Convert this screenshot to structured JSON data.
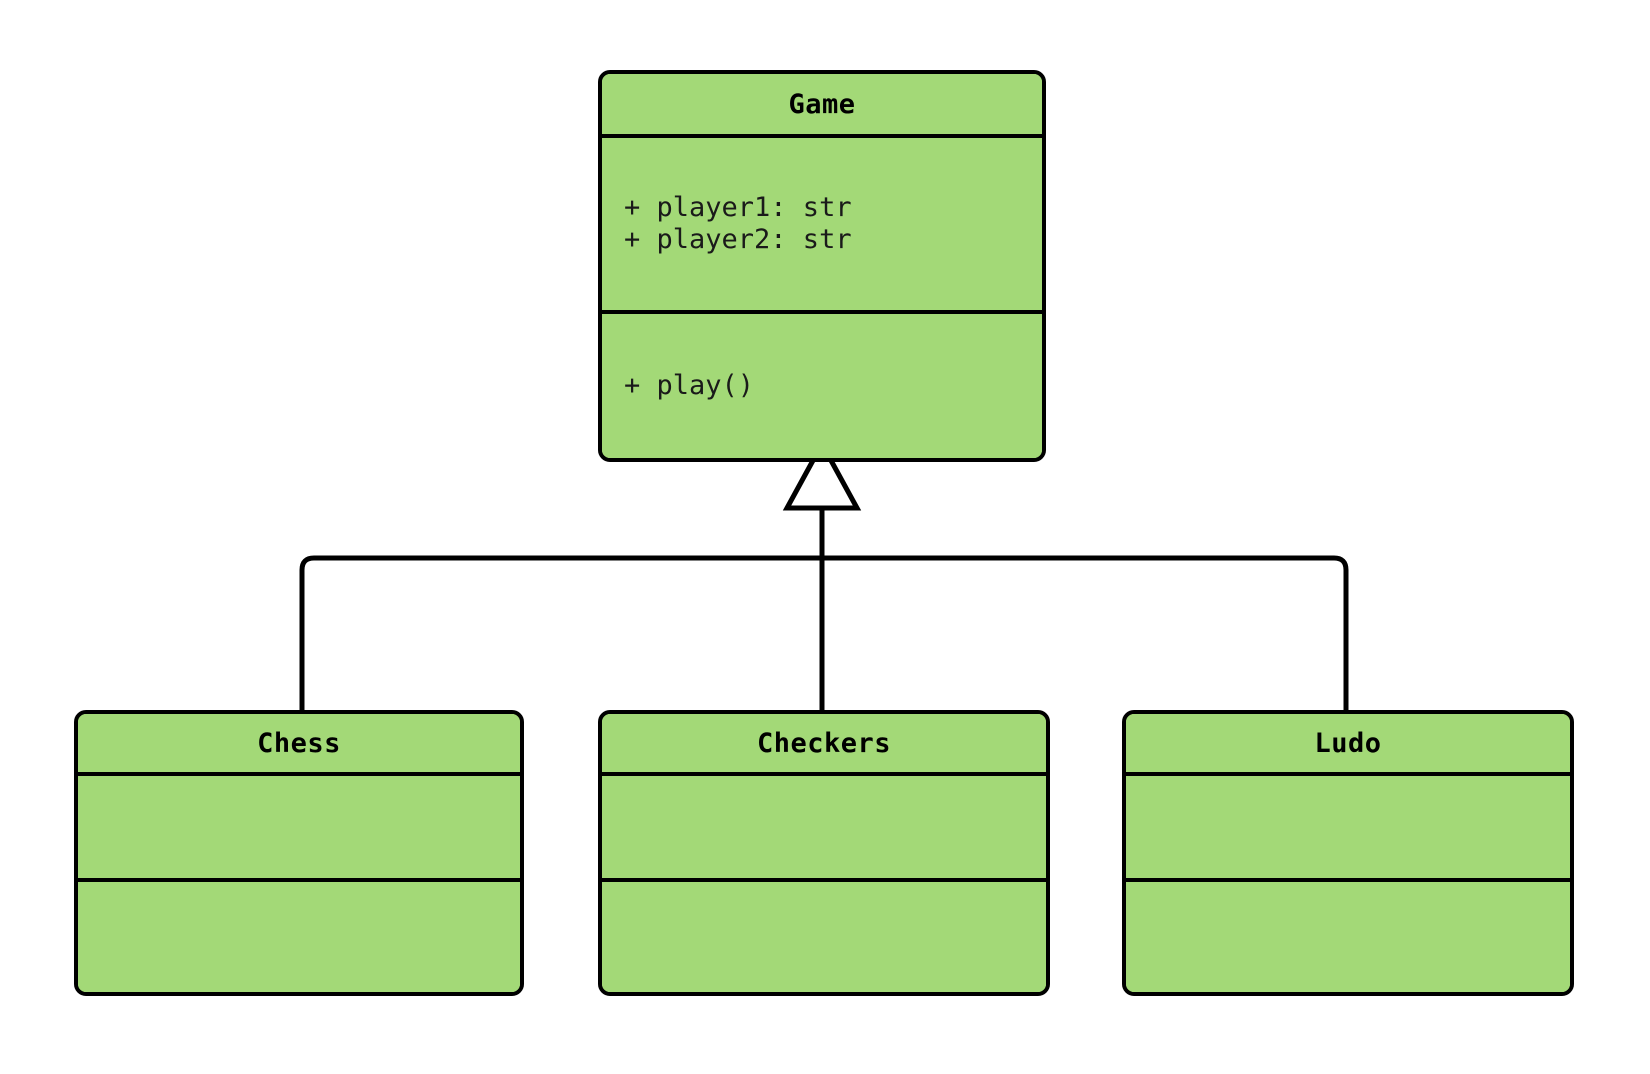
{
  "diagram": {
    "type": "uml-class-diagram",
    "title": "Game class hierarchy",
    "colors": {
      "class_fill": "#a3d977",
      "border": "#000000",
      "background": "#ffffff",
      "text": "#000000"
    },
    "relationship": {
      "kind": "generalization",
      "marker": "hollow-triangle",
      "parent": "Game",
      "children": [
        "Chess",
        "Checkers",
        "Ludo"
      ]
    }
  },
  "classes": {
    "game": {
      "name": "Game",
      "attributes": [
        "+ player1: str",
        "+ player2: str"
      ],
      "methods": [
        "+ play()"
      ]
    },
    "chess": {
      "name": "Chess",
      "attributes": [],
      "methods": []
    },
    "checkers": {
      "name": "Checkers",
      "attributes": [],
      "methods": []
    },
    "ludo": {
      "name": "Ludo",
      "attributes": [],
      "methods": []
    }
  }
}
